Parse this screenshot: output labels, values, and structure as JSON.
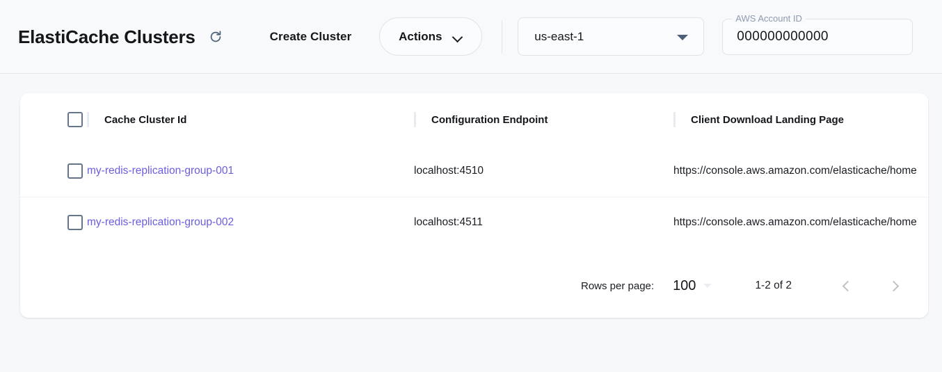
{
  "header": {
    "title": "ElastiCache Clusters",
    "refresh_icon": "refresh-icon",
    "create_cluster_label": "Create Cluster",
    "actions_label": "Actions",
    "actions_caret_icon": "chevron-down-icon",
    "region": {
      "value": "us-east-1",
      "caret_icon": "triangle-down-icon"
    },
    "account": {
      "label": "AWS Account ID",
      "value": "000000000000"
    }
  },
  "table": {
    "columns": [
      "Cache Cluster Id",
      "Configuration Endpoint",
      "Client Download Landing Page"
    ],
    "rows": [
      {
        "cluster_id": "my-redis-replication-group-001",
        "endpoint": "localhost:4510",
        "landing_page": "https://console.aws.amazon.com/elasticache/home"
      },
      {
        "cluster_id": "my-redis-replication-group-002",
        "endpoint": "localhost:4511",
        "landing_page": "https://console.aws.amazon.com/elasticache/home"
      }
    ]
  },
  "pagination": {
    "rows_per_page_label": "Rows per page:",
    "rows_per_page_value": "100",
    "range_label": "1-2 of 2",
    "prev_icon": "chevron-left-icon",
    "next_icon": "chevron-right-icon"
  },
  "colors": {
    "link": "#6a5de0",
    "page_bg": "#f7f8fa",
    "header_bg": "#f8f9fb"
  }
}
